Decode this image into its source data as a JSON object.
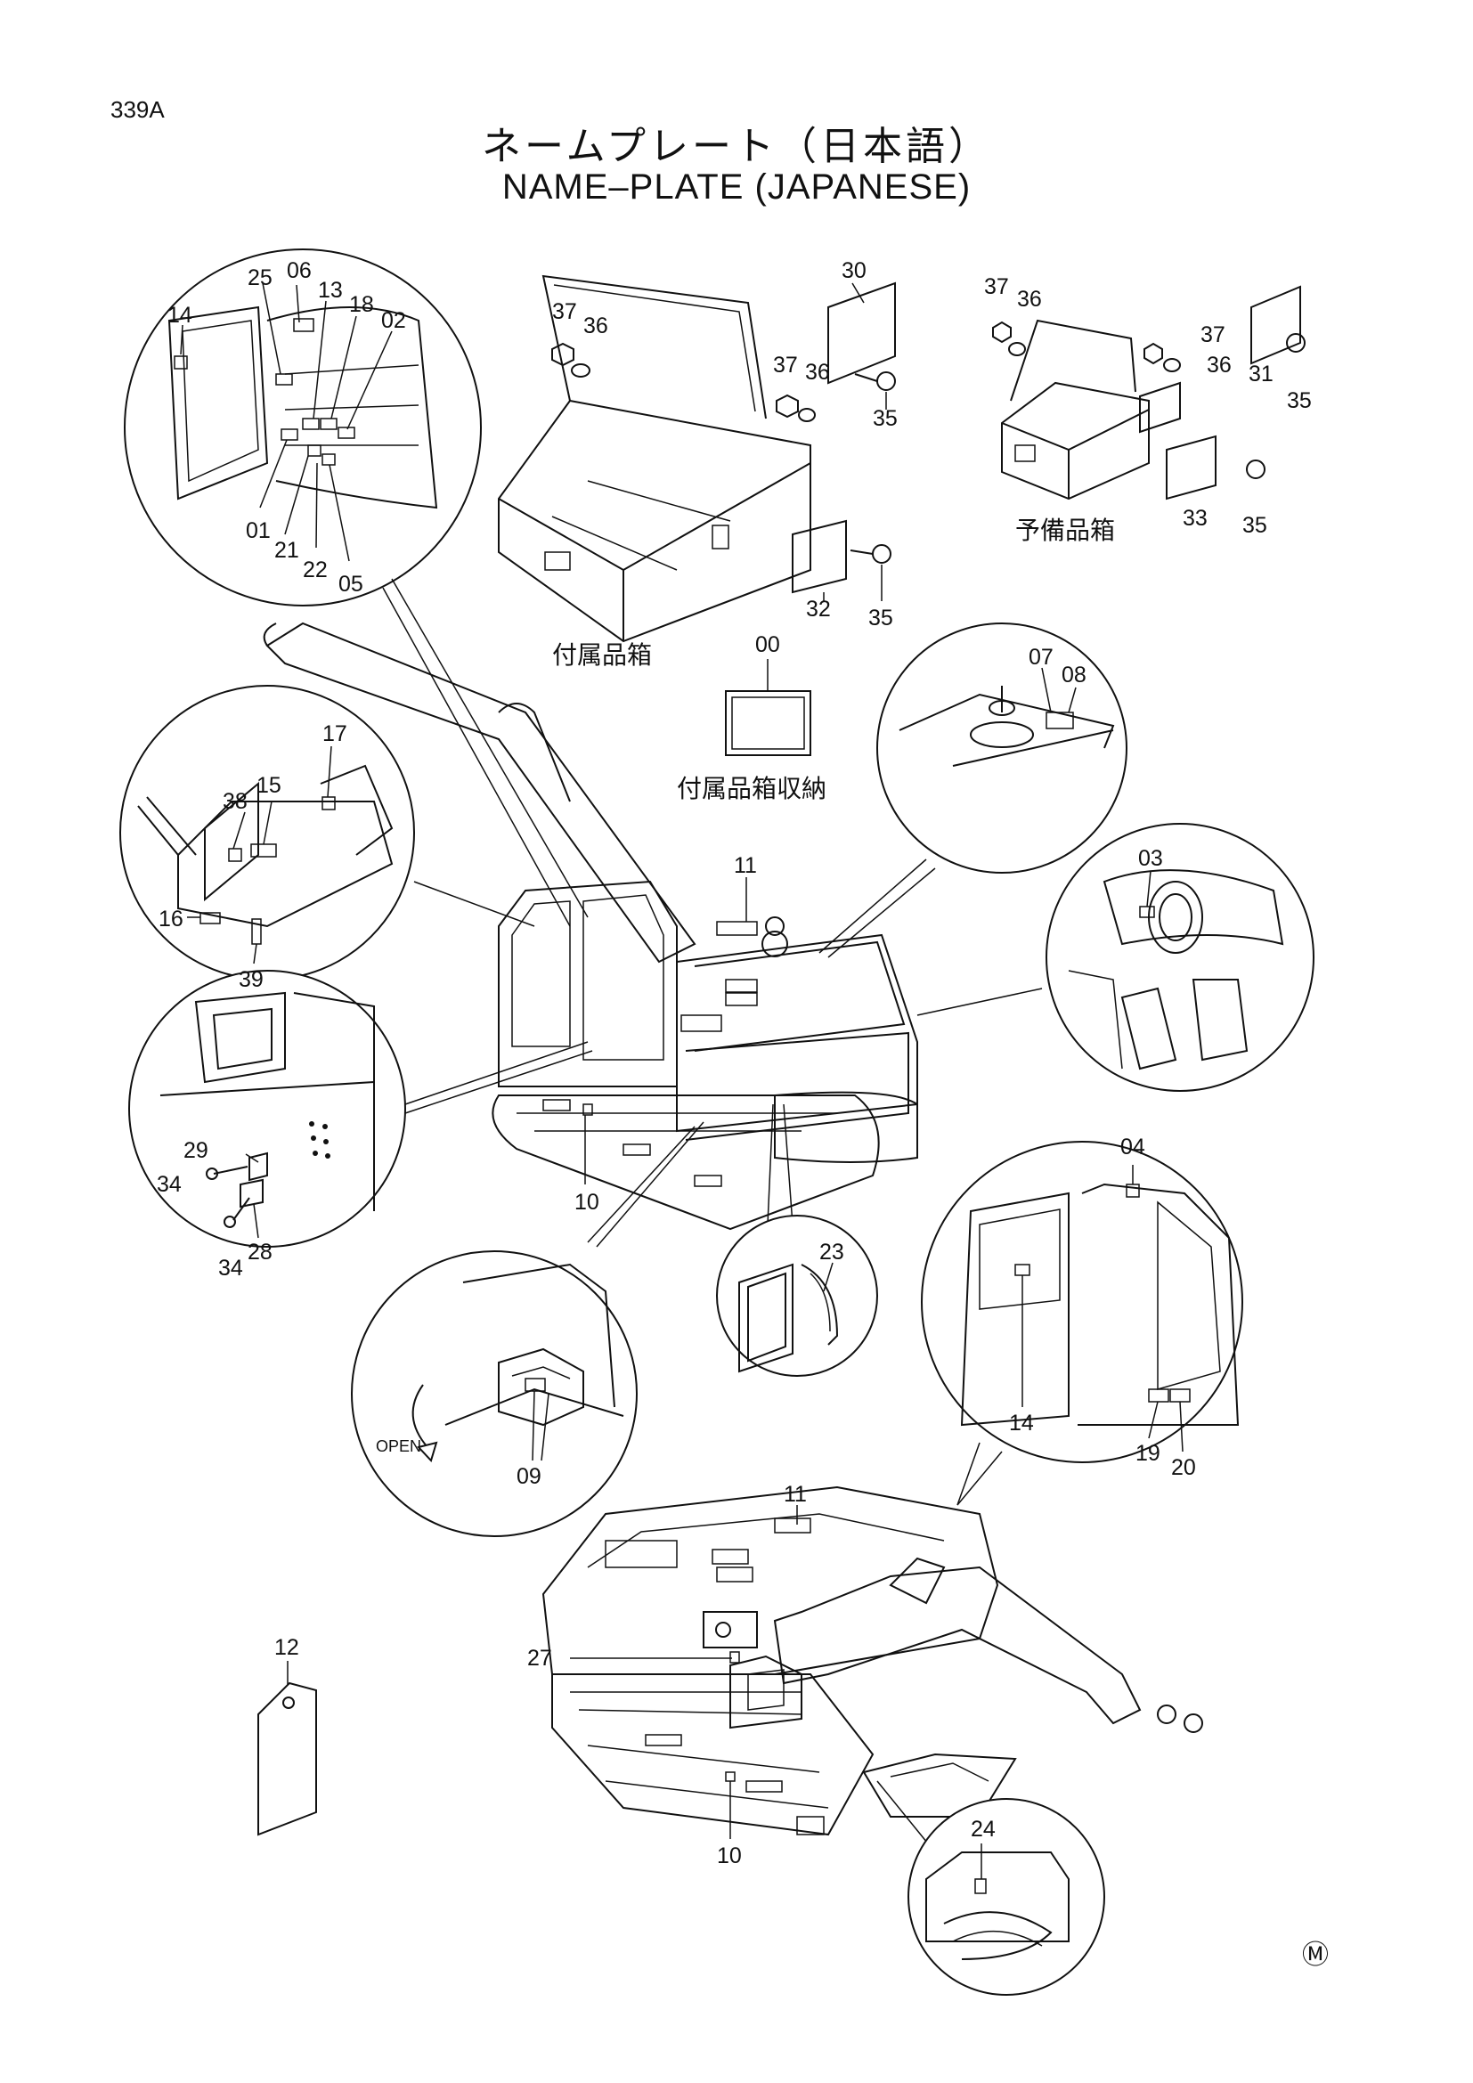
{
  "page_code": "339A",
  "title_jp": "ネームプレート（日本語）",
  "title_en": "NAME–PLATE (JAPANESE)",
  "captions": {
    "toolbox": "付属品箱",
    "spare_parts_box": "予備品箱",
    "toolbox_storage": "付属品箱収納",
    "open": "OPEN"
  },
  "mark": "Ⓜ",
  "callouts": {
    "n14a": "14",
    "n25": "25",
    "n06": "06",
    "n13": "13",
    "n18": "18",
    "n02": "02",
    "n01": "01",
    "n21": "21",
    "n22": "22",
    "n05": "05",
    "n37a": "37",
    "n36a": "36",
    "n30": "30",
    "n37b": "37",
    "n36b": "36",
    "n35a": "35",
    "n32": "32",
    "n35b": "35",
    "n37c": "37",
    "n36c": "36",
    "n37d": "37",
    "n36d": "36",
    "n31": "31",
    "n35c": "35",
    "n33": "33",
    "n35d": "35",
    "n00": "00",
    "n07": "07",
    "n08": "08",
    "n17": "17",
    "n38": "38",
    "n15": "15",
    "n16": "16",
    "n39": "39",
    "n11a": "11",
    "n03": "03",
    "n29": "29",
    "n34a": "34",
    "n28": "28",
    "n34b": "34",
    "n10a": "10",
    "n23": "23",
    "n04": "04",
    "n14b": "14",
    "n19": "19",
    "n20": "20",
    "n09": "09",
    "n11b": "11",
    "n12": "12",
    "n27": "27",
    "n10b": "10",
    "n24": "24"
  }
}
